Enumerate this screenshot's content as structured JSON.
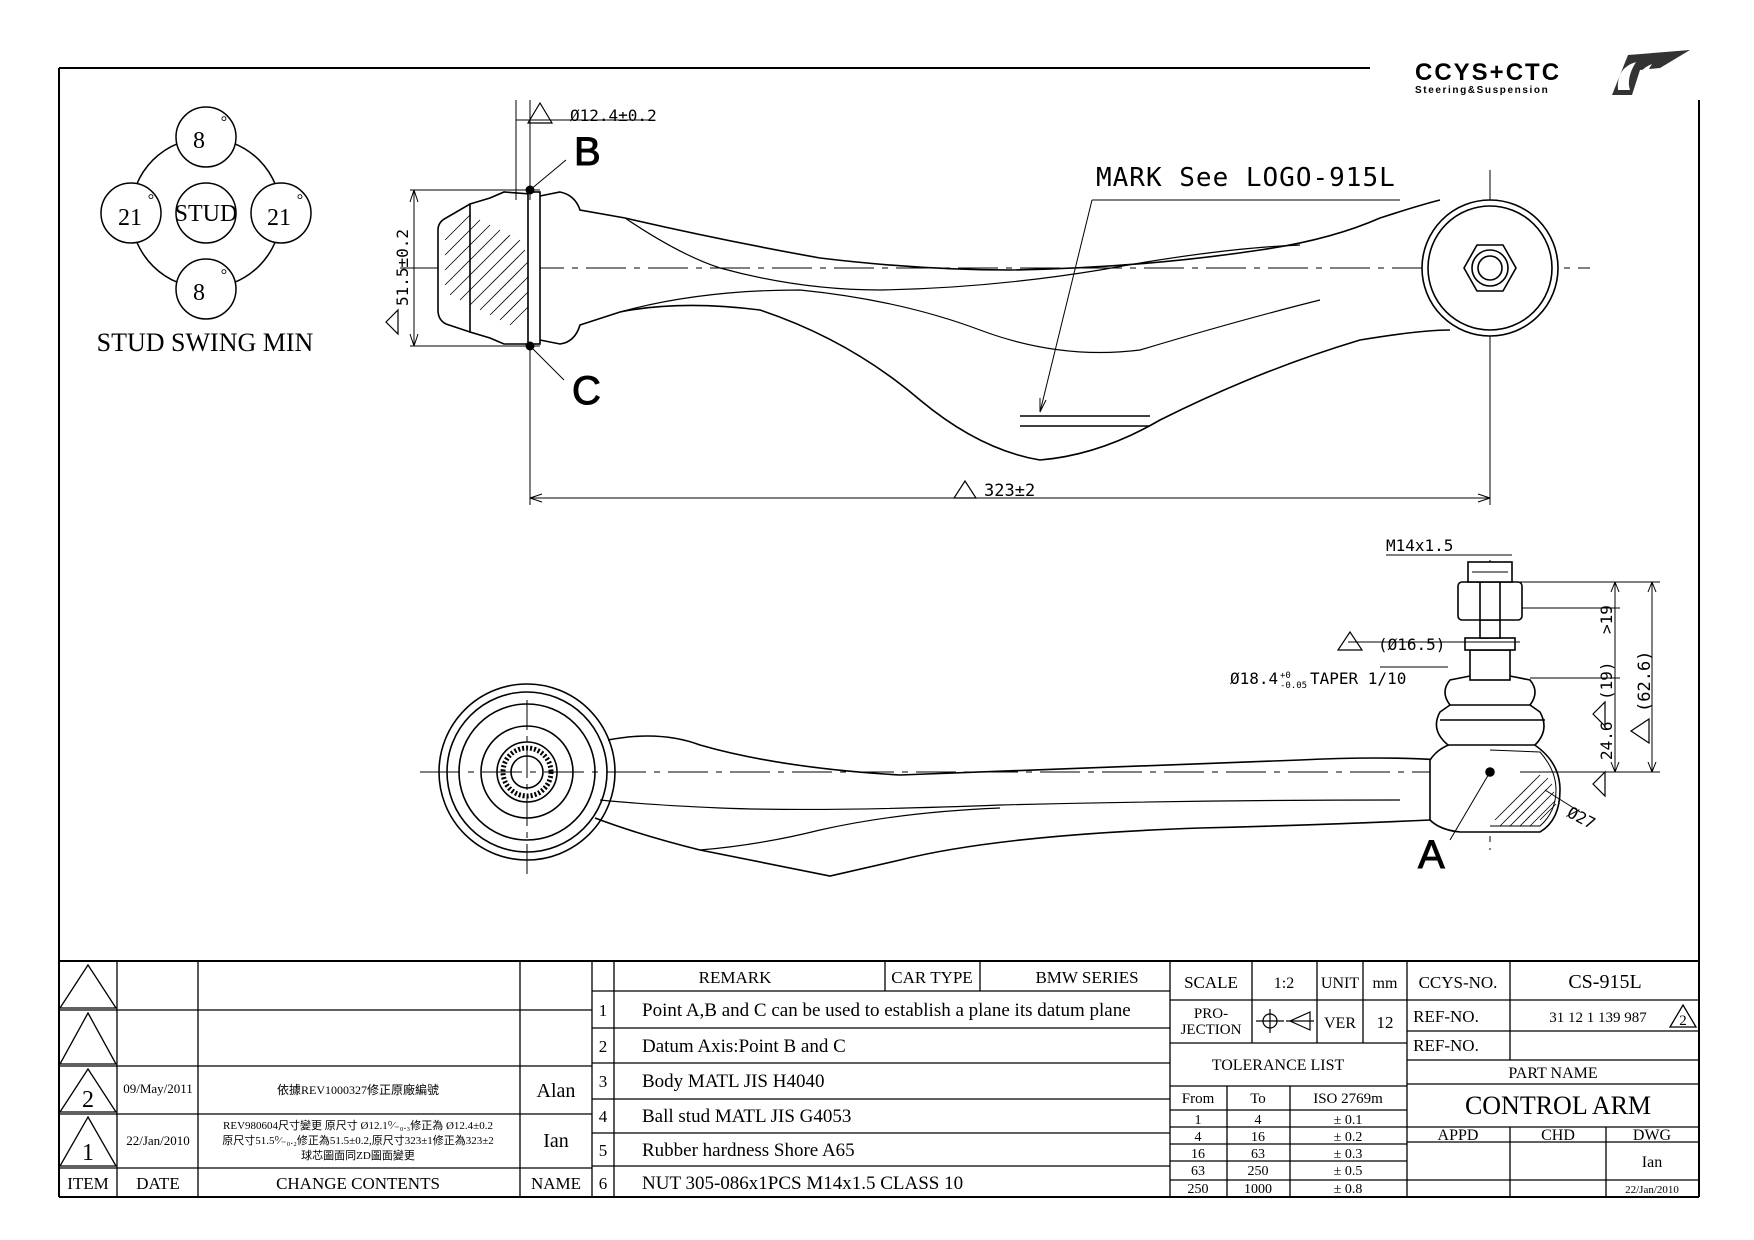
{
  "logo": {
    "brand": "CCYS+CTC",
    "tagline": "Steering&Suspension"
  },
  "stud_swing": {
    "top": "8",
    "left": "21",
    "center": "STUD",
    "right": "21",
    "bottom": "8",
    "degree_mark": "°",
    "caption": "STUD SWING MIN"
  },
  "top_view": {
    "diameter_dim": "Ø12.4±0.2",
    "point_b": "B",
    "point_c": "C",
    "height_dim": "51.5±0.2",
    "mark_note": "MARK See LOGO-915L",
    "length_dim": "323±2"
  },
  "front_view": {
    "thread_dim": "M14x1.5",
    "d165": "(Ø16.5)",
    "taper": "Ø18.4",
    "taper_tol_plus": "+0",
    "taper_tol_minus": "-0.05",
    "taper_note": "TAPER 1/10",
    "dim_19": ">19",
    "dim_19p": "(19)",
    "dim_246": "24.6",
    "dim_626": "(62.6)",
    "dim_27": "Ø27",
    "point_a": "A"
  },
  "revisions": {
    "rows": [
      {
        "mark": "",
        "date": "",
        "contents": [],
        "name": ""
      },
      {
        "mark": "",
        "date": "",
        "contents": [],
        "name": ""
      },
      {
        "mark": "2",
        "date": "09/May/2011",
        "contents": [
          "依據REV1000327修正原廠編號"
        ],
        "name": "Alan"
      },
      {
        "mark": "1",
        "date": "22/Jan/2010",
        "contents": [
          "REV980604尺寸變更 原尺寸 Ø12.1⁰⁄₋₀.₃修正為 Ø12.4±0.2",
          "原尺寸51.5⁰⁄₋₀.₂修正為51.5±0.2,原尺寸323±1修正為323±2",
          "球芯圖面同ZD圖面變更"
        ],
        "name": "Ian"
      }
    ],
    "headers": {
      "item": "ITEM",
      "date": "DATE",
      "contents": "CHANGE CONTENTS",
      "name": "NAME"
    }
  },
  "remarks": {
    "header": "REMARK",
    "car_type_label": "CAR TYPE",
    "car_type_value": "BMW SERIES",
    "items": [
      {
        "no": "1",
        "text": "Point A,B and C can be used to establish a plane its datum plane"
      },
      {
        "no": "2",
        "text": "Datum Axis:Point B and C"
      },
      {
        "no": "3",
        "text": "Body MATL JIS H4040"
      },
      {
        "no": "4",
        "text": "Ball stud MATL JIS G4053"
      },
      {
        "no": "5",
        "text": "Rubber hardness Shore A65"
      },
      {
        "no": "6",
        "text": "NUT 305-086x1PCS M14x1.5 CLASS 10"
      }
    ]
  },
  "spec": {
    "scale_label": "SCALE",
    "scale_value": "1:2",
    "unit_label": "UNIT",
    "unit_value": "mm",
    "projection_label_1": "PRO-",
    "projection_label_2": "JECTION",
    "ver_label": "VER",
    "ver_value": "12",
    "tolerance_title": "TOLERANCE LIST",
    "tolerance_headers": [
      "From",
      "To",
      "ISO 2769m"
    ],
    "tolerance_rows": [
      [
        "1",
        "4",
        "± 0.1"
      ],
      [
        "4",
        "16",
        "± 0.2"
      ],
      [
        "16",
        "63",
        "± 0.3"
      ],
      [
        "63",
        "250",
        "± 0.5"
      ],
      [
        "250",
        "1000",
        "± 0.8"
      ]
    ]
  },
  "title_block": {
    "ccys_label": "CCYS-NO.",
    "ccys_value": "CS-915L",
    "ref_label": "REF-NO.",
    "ref_value": "31 12 1 139 987",
    "ref_rev": "2",
    "ref2_label": "REF-NO.",
    "ref2_value": "",
    "part_name_label": "PART NAME",
    "part_name": "CONTROL ARM",
    "appd": "APPD",
    "chd": "CHD",
    "dwg": "DWG",
    "drawn_by": "Ian",
    "drawn_date": "22/Jan/2010"
  }
}
